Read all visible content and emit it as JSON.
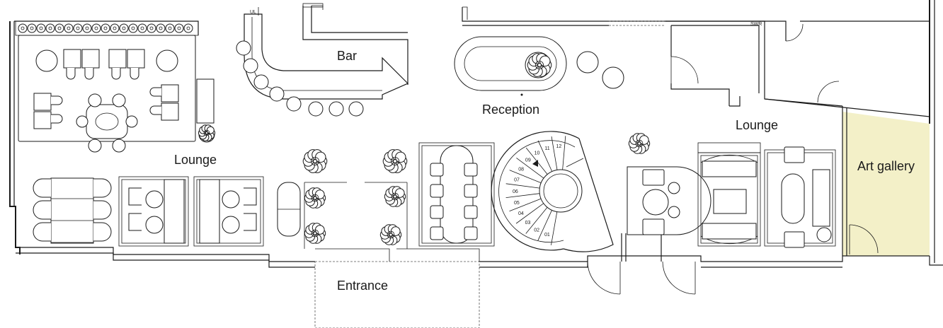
{
  "rooms": {
    "bar": "Bar",
    "reception": "Reception",
    "lounge_left": "Lounge",
    "lounge_right": "Lounge",
    "art_gallery": "Art gallery",
    "entrance": "Entrance"
  },
  "stair": {
    "steps": [
      "01",
      "02",
      "03",
      "04",
      "05",
      "06",
      "07",
      "08",
      "09",
      "10",
      "11",
      "12"
    ]
  },
  "tags": {
    "bar_code": "UL",
    "door_code": "SWR"
  },
  "colors": {
    "art_gallery_fill": "#f3f0c8",
    "line": "#1a1a1a"
  }
}
